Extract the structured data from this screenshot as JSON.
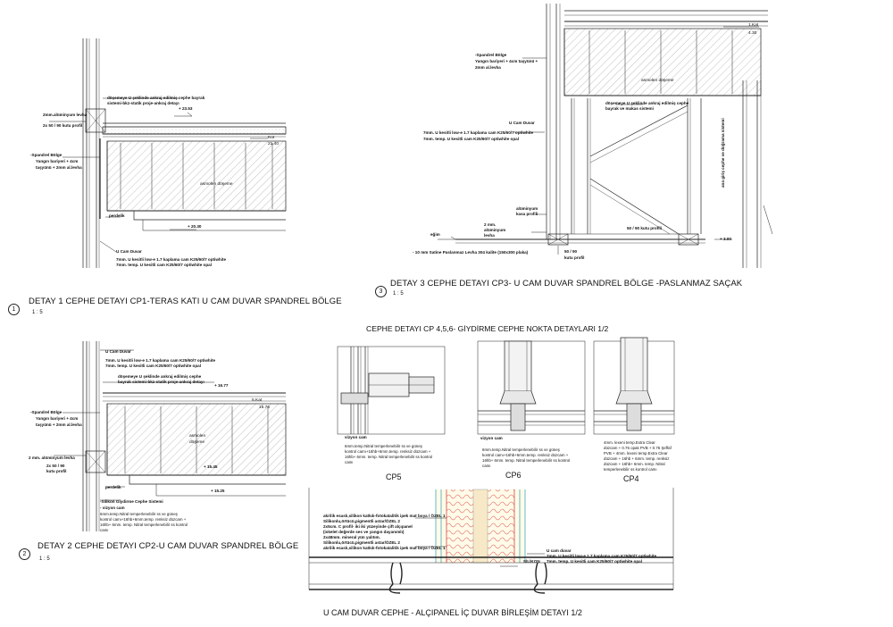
{
  "detail1": {
    "number": "1",
    "title": "DETAY 1  CEPHE DETAYI CP1-TERAS KATI U  CAM DUVAR SPANDREL BÖLGE",
    "scale": "1 : 5",
    "notes": {
      "anchor": "döşemeye U şeklinde ankraj edilmiş cephe bayrak",
      "anchor2": "sistemi-bkz-statik proje-ankraj detayı",
      "aluminium_sheet": "2mm.alüminyum levha",
      "profile": "2x 50 / 90 kutu profil",
      "spandrel1": "-Spandrel Bölge",
      "spandrel2": "Yangın bariyeri + 4cm",
      "spandrel3": "taşyünü + 2mm al.levha",
      "slab": "asmolen döşeme",
      "curtain": "perdelik",
      "ucam": "U Cam Duvar",
      "glass1": "7mm. U kesitli low-e 1.7 kaplama cam K25/60/7 optiwhite",
      "glass2": "7mm. temp. U kesitli cam K25/60/7 optiwhite opal",
      "lvl_a": "+ 23.53",
      "lvl_b": "21.40",
      "lvl_c": "+ 20.30",
      "kot": "Kot"
    }
  },
  "detail2": {
    "number": "2",
    "title": "DETAY 2    CEPHE DETAYI CP2-U CAM DUVAR SPANDREL BÖLGE",
    "scale": "1 : 5",
    "notes": {
      "ucam": "U Cam Duvar",
      "glass1": "7mm. U kesitli low-e 1.7 kaplama cam K25/60/7 optiwhite",
      "glass2": "7mm. temp. U kesitli cam K25/60/7 optiwhite opal",
      "anchor": "döşemeye U şeklinde ankraj edilmiş cephe",
      "anchor2": "bayrak sistemi-bkz-statik proje-ankraj detayı",
      "spandrel1": "-Spandrel Bölge",
      "spandrel2": "Yangın bariyeri + 4cm",
      "spandrel3": "taşyünü + 2mm al.levha",
      "aluminium_sheet": "2 mm. alüminyum levha",
      "profile1": "2x 50 / 90",
      "profile2": "kutu profil",
      "slab1": "asmolen",
      "slab2": "döşeme",
      "curtain": "perdelik",
      "silicone": "-Silikon Giydirme Cephe Sistemi",
      "vision": "- vizyon cam",
      "g1": "6mm.temp.Nitral temperlenebilir ss ve  güneş",
      "g2": "kontrol camı+16hb+6mm.temp. renksiz düzcam +",
      "g3": "16hb+ 6mm. temp. Nitral temperlenebilir ss kontrol",
      "g4": "camı",
      "lvl_a": "+ 16.77",
      "lvl_b": "5.Kat",
      "lvl_c": "15.76",
      "lvl_d": "+ 15.45",
      "lvl_e": "+ 15.25"
    }
  },
  "detail3": {
    "number": "3",
    "title": "DETAY 3    CEPHE DETAYI CP3- U  CAM DUVAR SPANDREL BÖLGE -PASLANMAZ SAÇAK",
    "scale": "1 : 5",
    "notes": {
      "spandrel1": "-Spandrel Bölge",
      "spandrel2": "Yangın bariyeri + 4cm taşyünü +",
      "spandrel3": "2mm al.levha",
      "slab": "asmolen döşeme",
      "anchor1": "döşemeye U şeklinde ankraj edilmiş cephe",
      "anchor2": "bayrak ve makas sistemi",
      "ucam": "U Cam Duvar",
      "glass1": "7mm. U kesitli low-e 1.7 kaplama cam K25/60/7 optiwhite",
      "glass2": "7mm. temp. U kesitli cam K25/60/7 optiwhite opal",
      "frame1": "alüminyum",
      "frame2": "kasa profili",
      "alu1": "2 mm.",
      "alu2": "alüminyum",
      "alu3": "levha",
      "slope": "eğim",
      "stainless": "- 10 mm Satine Paslanmaz Levha 304 kalite (150x300 plaka)",
      "box": "50 / 90 kutu profili",
      "box2a": "50 / 90",
      "box2b": "kutu profil",
      "vertical": "ana giriş cephe ve doğrama sistemi",
      "kat": "1.Kat",
      "lvl_a": "4.30",
      "lvl_b": "+ 3.00"
    }
  },
  "cp_detail": {
    "title": "CEPHE DETAYI CP 4,5,6- GİYDİRME CEPHE NOKTA DETAYLARI  1/2",
    "cp5": {
      "label": "CP5",
      "vision": "vizyon cam",
      "t1": "6mm.temp.Nitral temperlenebilir ss ve  güneş",
      "t2": "kontrol camı+16hb+6mm.temp. renksiz düzcam +",
      "t3": "16hb+ 6mm. temp. Nitral temperlenebilir ss kontrol",
      "t4": "camı"
    },
    "cp6": {
      "label": "CP6",
      "vision": "vizyon cam",
      "t1": "6mm.temp.Nitral temperlenebilir ss ve  güneş",
      "t2": "kontrol camı+16hb+6mm.temp. renksiz düzcam +",
      "t3": "16hb+ 6mm. temp. Nitral temperlenebilir ss kontrol",
      "t4": "camı"
    },
    "cp4": {
      "label": "CP4",
      "t1": "4mm. lexeni temp.Extra Clear",
      "t2": "düzcam + 0.76 opak PVB + 0.76 Şeffaf",
      "t3": "PVB + 4mm. lexeni temp.Extra Clear",
      "t4": "düzcam + 16hb + 6mm. temp. renksiz",
      "t5": "düzcam + 16hb+ 6mm. temp. Nitral",
      "t6": "temperlenebilir ss kontrol camı"
    }
  },
  "partition_detail": {
    "title": "U CAM DUVAR CEPHE - ALÇIPANEL İÇ DUVAR BİRLEŞİM DETAYI  1/2",
    "n1": "akrilik esaslı,silikon katkılı-fotokatalitik ipek mat boya / ÖZEL 1",
    "n2": "Silikonlu,örtücü,pigmentli astar/ÖZEL 2",
    "n3": "2x5cm. C profil- iki iki yüzeyinde çift alçıpanel",
    "n4": "(iskelet değerde ses ve yangın dayanımlı)",
    "n5": "2x48mm. mineral yün yalıtım.",
    "n6": "Silikonlu,örtücü,pigmentli astar/ÖZEL 2",
    "n7": "akrilik esaslı,silikon katkılı-fotokatalitik ipek mat boya / ÖZEL 1",
    "ucam": "U cam duvar",
    "g1": "7mm. U kesitli low-e 1.7 kaplama cam K25/60/7 optiwhite",
    "g2": "7mm. temp. U kesitli cam K25/60/7 optiwhite opal",
    "seal": "SİLİKON"
  }
}
